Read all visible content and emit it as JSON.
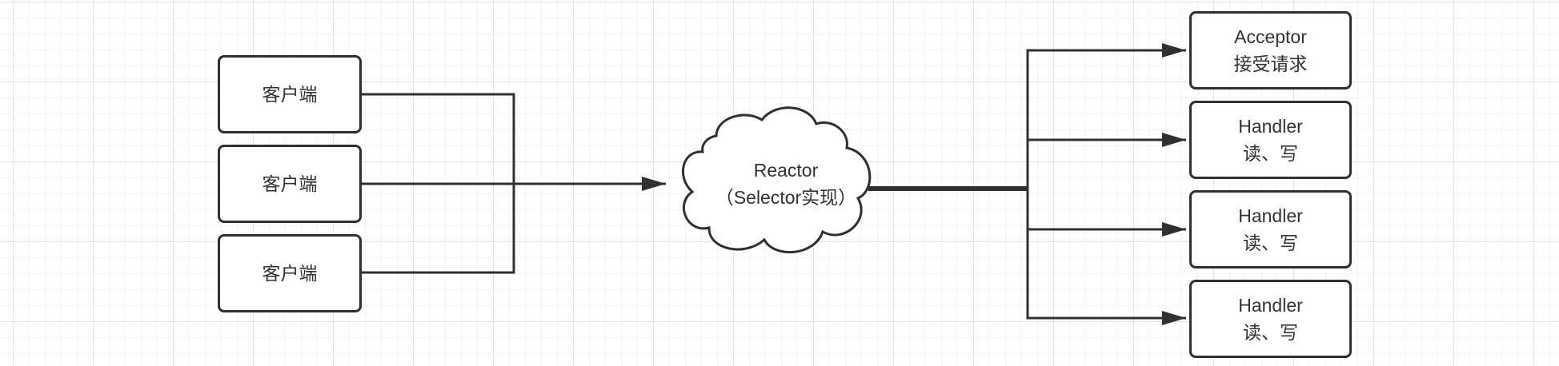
{
  "diagram": {
    "clients": [
      {
        "label": "客户端"
      },
      {
        "label": "客户端"
      },
      {
        "label": "客户端"
      }
    ],
    "reactor": {
      "title": "Reactor",
      "subtitle": "（Selector实现）"
    },
    "acceptor": {
      "title": "Acceptor",
      "subtitle": "接受请求"
    },
    "handlers": [
      {
        "title": "Handler",
        "subtitle": "读、写"
      },
      {
        "title": "Handler",
        "subtitle": "读、写"
      },
      {
        "title": "Handler",
        "subtitle": "读、写"
      }
    ],
    "colors": {
      "stroke": "#303030",
      "text": "#333333",
      "fill": "#ffffff"
    }
  }
}
